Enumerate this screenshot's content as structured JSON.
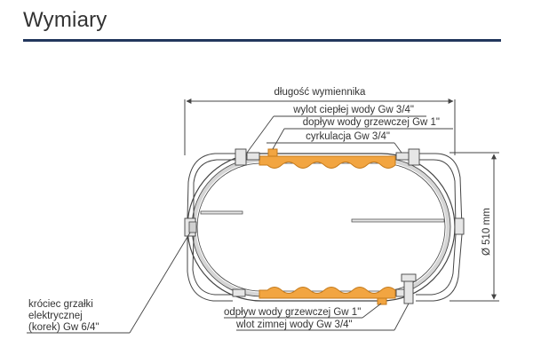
{
  "header": {
    "title": "Wymiary"
  },
  "diagram": {
    "labels": {
      "exchanger_length": "długość wymiennika",
      "hot_water_outlet": "wylot ciepłej wody Gw 3/4\"",
      "heating_inflow": "dopływ wody grzewczej Gw 1\"",
      "circulation": "cyrkulacja Gw 3/4\"",
      "diameter": "Ø 510 mm",
      "heater_port_lines": [
        "króciec grzałki",
        "elektrycznej",
        "(korek) Gw 6/4\""
      ],
      "heating_outflow": "odpływ wody grzewczej Gw 1\"",
      "cold_water_inlet": "wlot zimnej wody Gw 3/4\""
    },
    "colors": {
      "title_rule": "#22375d",
      "line": "#444444",
      "coil": "#f2a541",
      "coil_stroke": "#c47a1c",
      "tank_shell": "#d5d5d5"
    }
  }
}
